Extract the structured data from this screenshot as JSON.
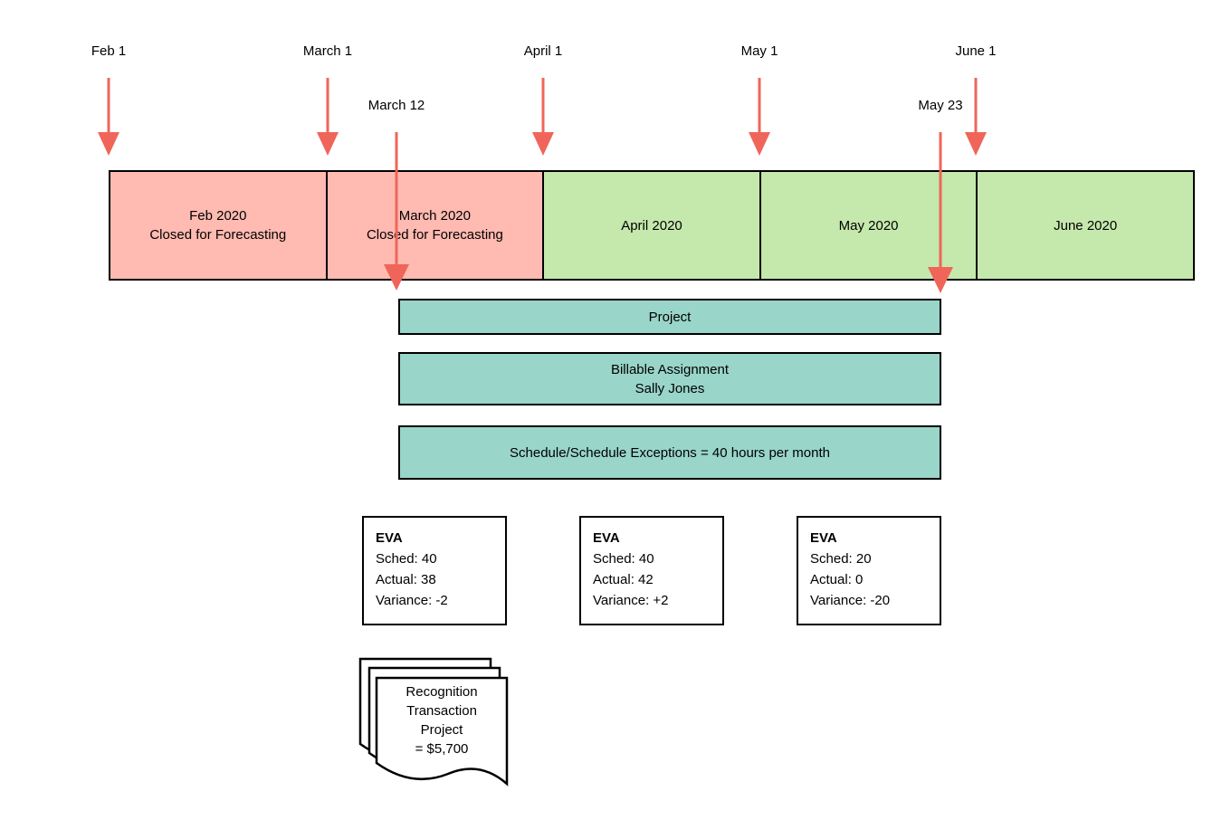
{
  "colors": {
    "closed_fill": "#ffbab1",
    "open_fill": "#c5e8ac",
    "teal_fill": "#99d5c9",
    "arrow_red": "#f0655a",
    "border_color": "#000000"
  },
  "timeline": {
    "month_markers": [
      "Feb 1",
      "March 1",
      "April 1",
      "May 1",
      "June 1"
    ],
    "event_markers": [
      "March 12",
      "May 23"
    ],
    "segments": [
      {
        "label": "Feb 2020",
        "sublabel": "Closed for Forecasting",
        "status": "closed"
      },
      {
        "label": "March 2020",
        "sublabel": "Closed for Forecasting",
        "status": "closed"
      },
      {
        "label": "April 2020",
        "status": "open"
      },
      {
        "label": "May 2020",
        "status": "open"
      },
      {
        "label": "June 2020",
        "status": "open"
      }
    ]
  },
  "bars": {
    "project": {
      "label": "Project"
    },
    "assignment": {
      "line1": "Billable Assignment",
      "line2": "Sally Jones"
    },
    "schedule": {
      "label": "Schedule/Schedule Exceptions = 40 hours per month"
    }
  },
  "eva_cards": [
    {
      "title": "EVA",
      "sched": "Sched: 40",
      "actual": "Actual: 38",
      "variance": "Variance: -2"
    },
    {
      "title": "EVA",
      "sched": "Sched: 40",
      "actual": "Actual: 42",
      "variance": "Variance: +2"
    },
    {
      "title": "EVA",
      "sched": "Sched: 20",
      "actual": "Actual: 0",
      "variance": "Variance: -20"
    }
  ],
  "document": {
    "lines": [
      "Recognition",
      "Transaction",
      "Project",
      "= $5,700"
    ]
  }
}
